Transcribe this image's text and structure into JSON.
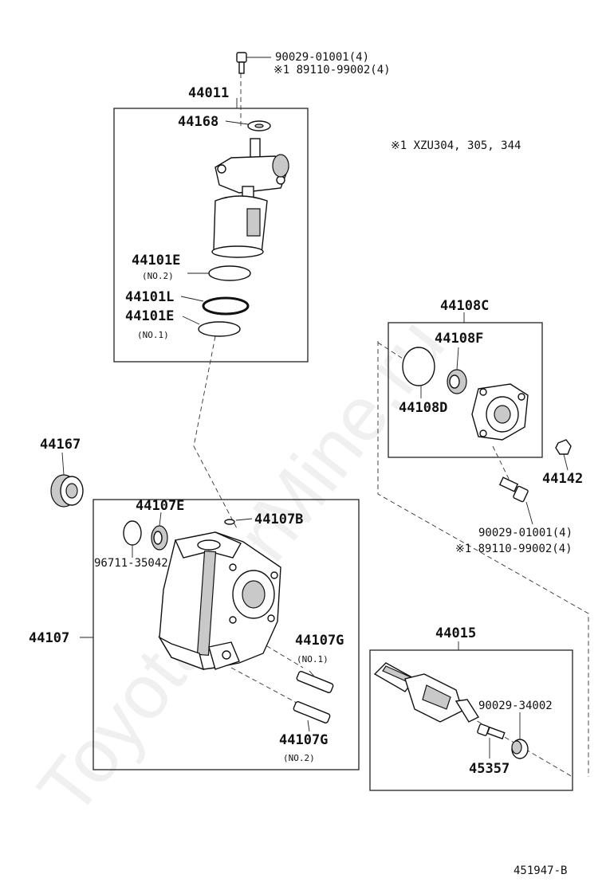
{
  "watermark": "ToyotaCarMine.ru",
  "note": "※1 XZU304, 305, 344",
  "diagram_id": "451947-B",
  "labels": {
    "top_bolt_1": "90029-01001(4)",
    "top_bolt_2": "※1 89110-99002(4)",
    "assy_44011": "44011",
    "p44168": "44168",
    "p44101E_a": "44101E",
    "no2_a": "(NO.2)",
    "p44101L": "44101L",
    "p44101E_b": "44101E",
    "no1_a": "(NO.1)",
    "p44108C": "44108C",
    "p44108F": "44108F",
    "p44108D": "44108D",
    "p44142": "44142",
    "right_bolt_1": "90029-01001(4)",
    "right_bolt_2": "※1 89110-99002(4)",
    "p44167": "44167",
    "p44107E": "44107E",
    "p44107B": "44107B",
    "p96711": "96711-35042",
    "p44107": "44107",
    "p44107G_a": "44107G",
    "no1_b": "(NO.1)",
    "p44107G_b": "44107G",
    "no2_b": "(NO.2)",
    "p44015": "44015",
    "p90029_34002": "90029-34002",
    "p45357": "45357"
  }
}
